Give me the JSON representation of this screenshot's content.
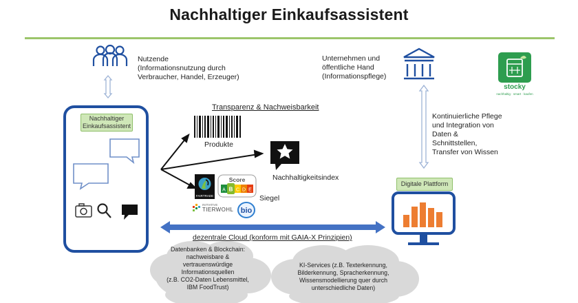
{
  "title": "Nachhaltiger Einkaufsassistent",
  "users": {
    "heading": "Nutzende",
    "detail_line1": "(Informationsnutzung durch",
    "detail_line2": "Verbraucher, Handel, Erzeuger)"
  },
  "business": {
    "line1": "Unternehmen und",
    "line2": "öffentliche Hand",
    "line3": "(Informationspflege)"
  },
  "stocky": {
    "name": "stocky",
    "tagline": "nachhaltig · smart · kaufen"
  },
  "phone": {
    "label_line1": "Nachhaltiger",
    "label_line2": "Einkaufsassistent"
  },
  "transparency": "Transparenz & Nachweisbarkeit",
  "produkte": "Produkte",
  "index": "Nachhaltigkeitsindex",
  "siegel": "Siegel",
  "badges": {
    "fairtrade": "FAIRTRADE",
    "score": "Score",
    "score_letters": [
      "A",
      "B",
      "C",
      "D",
      "E"
    ],
    "tierwohl_top": "INITIATIVE",
    "tierwohl": "TIERWOHL",
    "bio": "bio"
  },
  "maintenance": {
    "line1": "Kontinuierliche Pflege",
    "line2": "und Integration von",
    "line3": "Daten &",
    "line4": "Schnittstellen,",
    "line5": "Transfer von Wissen"
  },
  "platform": {
    "label": "Digitale Plattform",
    "bar_levels": [
      0.45,
      0.75,
      0.9,
      0.7,
      0.55
    ]
  },
  "cloud_label": "dezentrale Cloud (konform mit GAIA-X Prinzipien)",
  "cloud_left": {
    "line1": "Datenbanken & Blockchain:",
    "line2": "nachweisbare &",
    "line3": "vertrauenswürdige",
    "line4": "Informationsquellen",
    "line5": "(z.B. CO2-Daten Lebensmittel,",
    "line6": "IBM FoodTrust)"
  },
  "cloud_right": {
    "line1": "KI-Services (z.B. Texterkennung,",
    "line2": "Bilderkennung, Spracherkennung,",
    "line3": "Wissensmodellierung quer durch",
    "line4": "unterschiedliche Daten)"
  },
  "colors": {
    "accent_blue": "#1f4fa0",
    "green_rule": "#9cc56a",
    "arrow_blue": "#4472c4",
    "platform_orange": "#ed7d31",
    "cloud_gray": "#d9d9d9"
  }
}
